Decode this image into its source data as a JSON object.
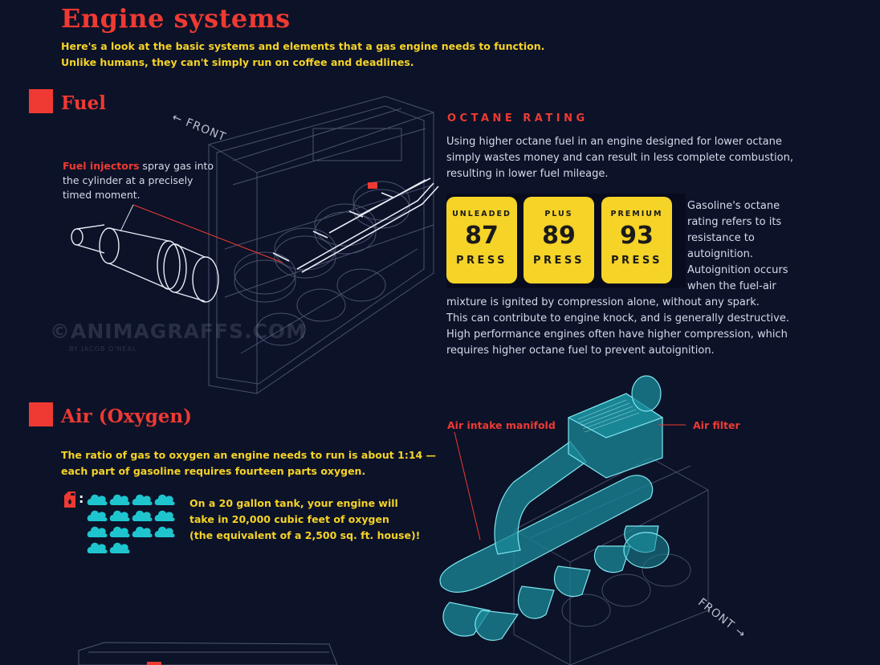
{
  "header": {
    "title": "Engine systems",
    "intro_line1": "Here's a look at the basic systems and elements that a gas engine needs to function.",
    "intro_line2": "Unlike humans, they can't simply run on coffee and deadlines."
  },
  "fuel": {
    "title": "Fuel",
    "front_label": "← FRONT",
    "injector_label": "Fuel injectors",
    "injector_text_1": " spray gas into",
    "injector_text_2": "the cylinder at a precisely",
    "injector_text_3": "timed moment.",
    "watermark": "©ANIMAGRAFFS.COM",
    "watermark_by": "BY JACOB O'NEAL"
  },
  "octane": {
    "title": "OCTANE RATING",
    "para1_1": "Using higher octane fuel in an engine designed for lower octane",
    "para1_2": "simply wastes money and can result in less complete combustion,",
    "para1_3": "resulting in lower fuel mileage.",
    "pumps": [
      {
        "label": "UNLEADED",
        "number": "87",
        "press": "PRESS"
      },
      {
        "label": "PLUS",
        "number": "89",
        "press": "PRESS"
      },
      {
        "label": "PREMIUM",
        "number": "93",
        "press": "PRESS"
      }
    ],
    "side_1": "Gasoline's octane",
    "side_2": "rating refers to its",
    "side_3": "resistance to",
    "side_4": "autoignition.",
    "side_5": "Autoignition occurs",
    "side_6": "when the fuel-air",
    "para2_1": "mixture is ignited by compression alone, without any spark.",
    "para2_2": "This can contribute to engine knock, and is generally destructive.",
    "para2_3": "High performance engines often have higher compression, which",
    "para2_4": "requires higher octane fuel to prevent autoignition."
  },
  "air": {
    "title": "Air (Oxygen)",
    "ratio_1": "The ratio of gas to oxygen an engine needs to run is about 1:14 —",
    "ratio_2": "each part of gasoline requires fourteen parts oxygen.",
    "colon": ":",
    "tank_1": "On a 20 gallon tank, your engine will",
    "tank_2": "take in 20,000 cubic feet of oxygen",
    "tank_3": "(the equivalent of a 2,500 sq. ft. house)!",
    "cloud_count": 14,
    "intake_label": "Air intake manifold",
    "filter_label": "Air filter",
    "front_label": "FRONT →"
  },
  "colors": {
    "background": "#0c1228",
    "accent_red": "#ee3a32",
    "accent_yellow": "#f5d327",
    "accent_teal": "#1ec5cf"
  }
}
